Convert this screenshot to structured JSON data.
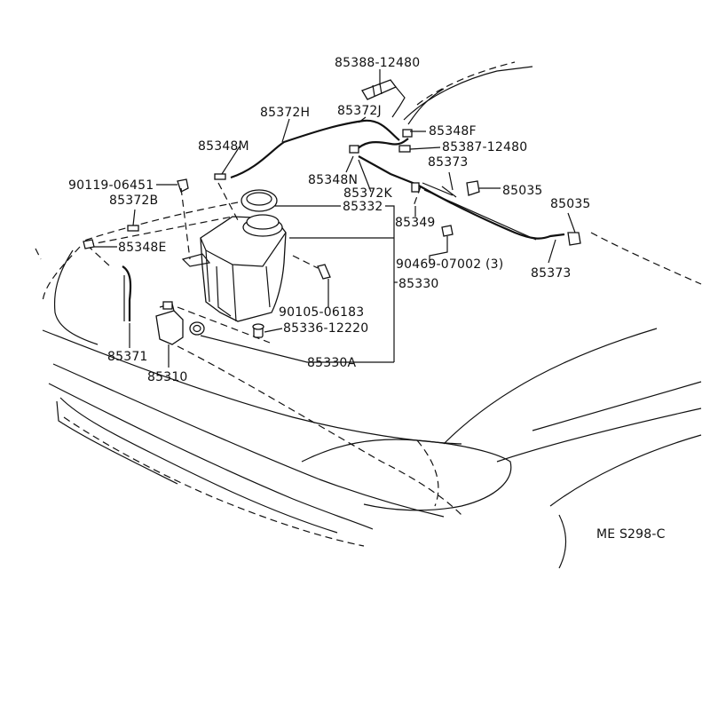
{
  "labels": {
    "p85388_12480": "85388-12480",
    "p85372H": "85372H",
    "p85372J": "85372J",
    "p85348F": "85348F",
    "p85348M": "85348M",
    "p85387_12480": "85387-12480",
    "p85373_top": "85373",
    "p85348N": "85348N",
    "p85035_a": "85035",
    "p90119_06451": "90119-06451",
    "p85372K": "85372K",
    "p85372B": "85372B",
    "p85332": "85332",
    "p85035_b": "85035",
    "p85349": "85349",
    "p85348E": "85348E",
    "p90469_07002": "90469-07002 (3)",
    "p85373_bottom": "85373",
    "p85330": "85330",
    "p90105_06183": "90105-06183",
    "p85336_12220": "85336-12220",
    "p85371": "85371",
    "p85330A": "85330A",
    "p85310": "85310",
    "diagram_code": "ME S298-C"
  }
}
